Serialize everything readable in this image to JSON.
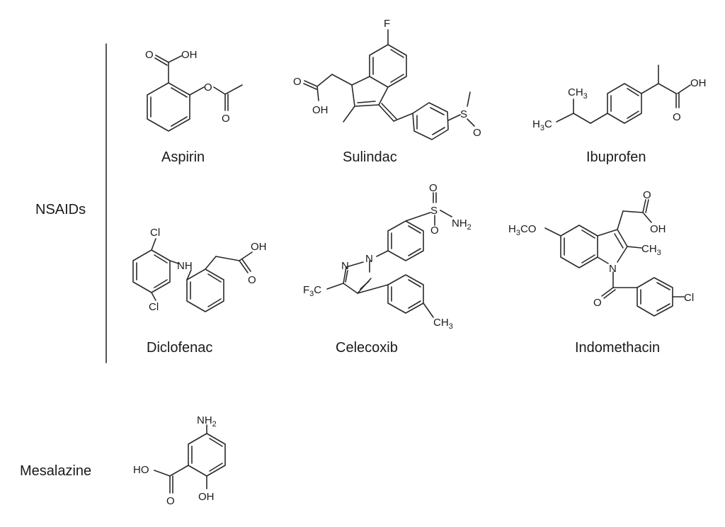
{
  "groups": {
    "nsaids": "NSAIDs",
    "mesalazine_label": "Mesalazine"
  },
  "compounds": [
    {
      "id": "aspirin",
      "name": "Aspirin"
    },
    {
      "id": "sulindac",
      "name": "Sulindac"
    },
    {
      "id": "ibuprofen",
      "name": "Ibuprofen"
    },
    {
      "id": "diclofenac",
      "name": "Diclofenac"
    },
    {
      "id": "celecoxib",
      "name": "Celecoxib"
    },
    {
      "id": "indomethacin",
      "name": "Indomethacin"
    }
  ],
  "atoms": {
    "aspirin": {
      "oh": "OH",
      "o_ester": "O",
      "o_carbonyl": "O",
      "o_acid": "O"
    },
    "sulindac": {
      "f": "F",
      "o_acid": "O",
      "oh": "OH",
      "s": "S",
      "o_s": "O"
    },
    "ibuprofen": {
      "ch3_top": "CH",
      "ch3_top_sub": "3",
      "h3c": "H",
      "h3c_sub": "3",
      "h3c_c": "C",
      "oh": "OH",
      "o": "O"
    },
    "diclofenac": {
      "cl_top": "Cl",
      "cl_bottom": "Cl",
      "nh": "NH",
      "oh": "OH",
      "o": "O"
    },
    "celecoxib": {
      "s": "S",
      "o1": "O",
      "o2": "O",
      "nh2": "NH",
      "nh2_sub": "2",
      "n1": "N",
      "n2": "N",
      "f3c": "F",
      "f3c_sub": "3",
      "f3c_c": "C",
      "ch3": "CH",
      "ch3_sub": "3"
    },
    "indomethacin": {
      "h3co": "H",
      "h3co_sub": "3",
      "h3co_co": "CO",
      "o_acid": "O",
      "oh": "OH",
      "ch3": "CH",
      "ch3_sub": "3",
      "n": "N",
      "o": "O",
      "cl": "Cl"
    },
    "mesalazine": {
      "nh2": "NH",
      "nh2_sub": "2",
      "ho": "HO",
      "o": "O",
      "oh": "OH"
    }
  }
}
